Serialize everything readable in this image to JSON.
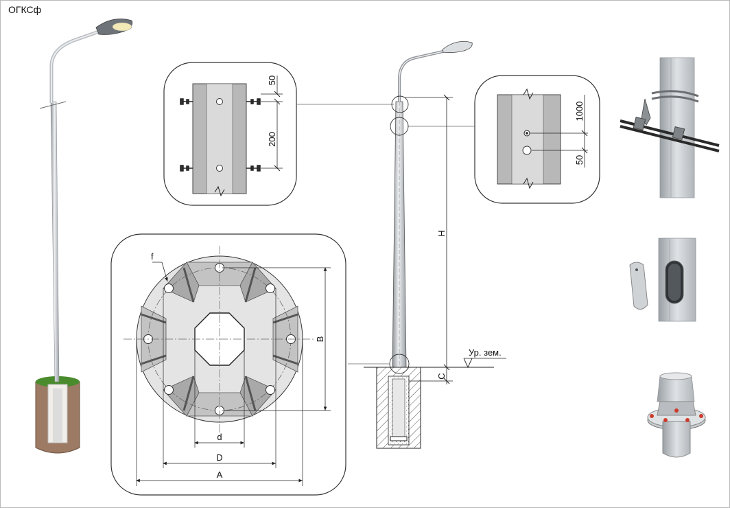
{
  "title": "ОГКСф",
  "labels": {
    "dim_50_top": "50",
    "dim_200": "200",
    "dim_1000": "1000",
    "dim_50_right": "50",
    "H": "H",
    "C": "C",
    "ground": "Ур. зем.",
    "f": "f",
    "B": "B",
    "d": "d",
    "D": "D",
    "A": "A"
  },
  "colors": {
    "line": "#222222",
    "pole_light": "#e6e8ea",
    "pole_dark": "#9ea3a8",
    "concrete": "#a0806a",
    "grass": "#4a8b2e",
    "plate_light": "#e3e3e3",
    "plate_mid": "#c9c9c9",
    "plate_dark": "#a8a8a8"
  },
  "icons": [
    "street-lamp-3d",
    "cable-clamp-3d",
    "door-hatch-3d",
    "flange-base-3d"
  ]
}
